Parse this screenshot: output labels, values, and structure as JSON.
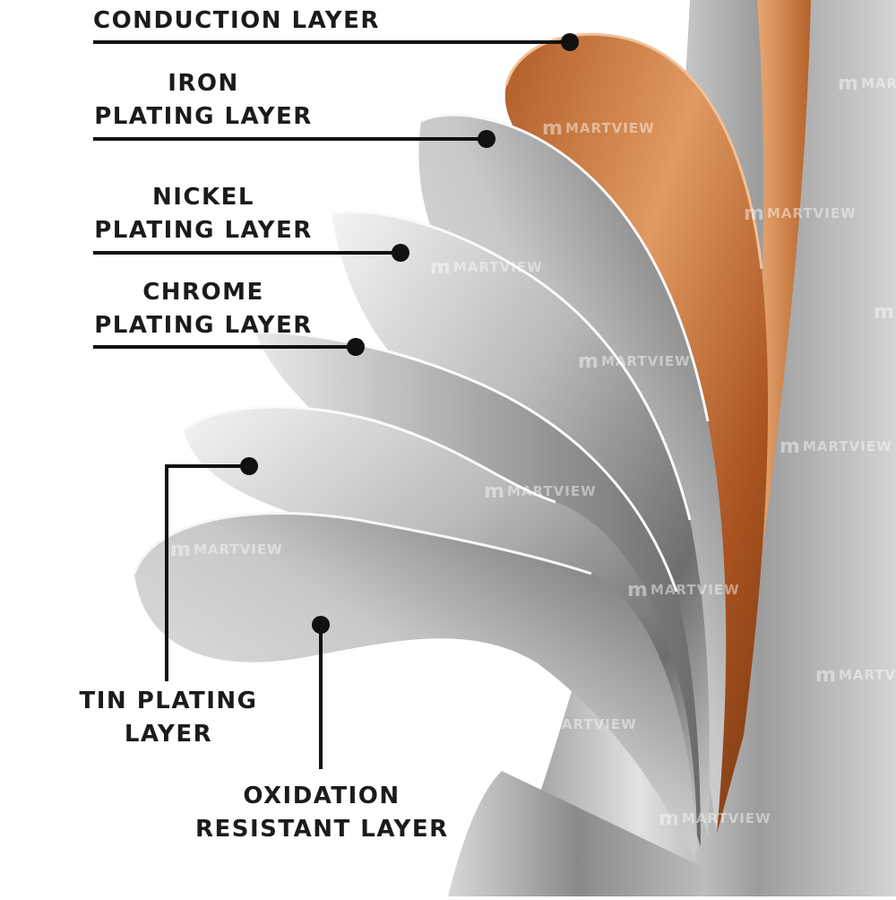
{
  "watermark": "MARTVIEW",
  "labels": {
    "conduction": [
      "CONDUCTION LAYER"
    ],
    "iron": [
      "IRON",
      "PLATING LAYER"
    ],
    "nickel": [
      "NICKEL",
      "PLATING LAYER"
    ],
    "chrome": [
      "CHROME",
      "PLATING LAYER"
    ],
    "tin": [
      "TIN PLATING",
      "LAYER"
    ],
    "oxidation": [
      "OXIDATION",
      "RESISTANT LAYER"
    ]
  },
  "colors": {
    "copper": "#c8733a",
    "steel": "#9a9a9a",
    "label": "#1b1b1b",
    "leader": "#111111"
  }
}
